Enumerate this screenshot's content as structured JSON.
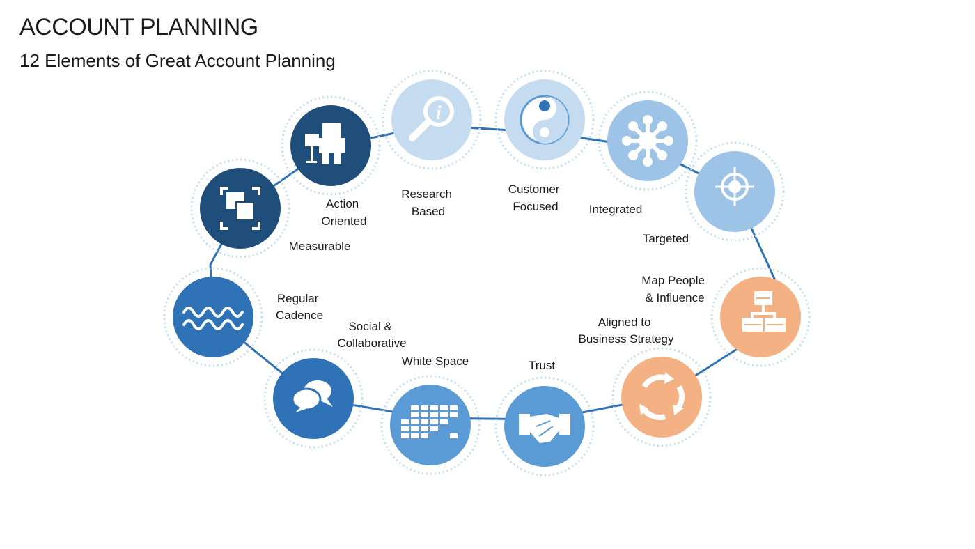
{
  "header": {
    "title": "ACCOUNT PLANNING",
    "subtitle": "12 Elements of Great Account Planning"
  },
  "colors": {
    "ring_line": "#2f72b5",
    "dotted_halo": "#bfdcf0",
    "dark_navy": "#1f4e7a",
    "medium_blue": "#2f72b5",
    "light_blue": "#5b9bd5",
    "pale_blue": "#9dc3e6",
    "palest_blue": "#c5dcf0",
    "orange": "#f4b183"
  },
  "elements": [
    {
      "label": [
        "Action",
        "Oriented"
      ],
      "icon": "mailbox-figure-icon",
      "color": "#1f4e7a"
    },
    {
      "label": [
        "Research",
        "Based"
      ],
      "icon": "info-magnifier-icon",
      "color": "#c5dcf0"
    },
    {
      "label": [
        "Customer",
        "Focused"
      ],
      "icon": "yin-yang-icon",
      "color": "#c5dcf0"
    },
    {
      "label": [
        "Integrated"
      ],
      "icon": "network-flower-icon",
      "color": "#9dc3e6"
    },
    {
      "label": [
        "Targeted"
      ],
      "icon": "target-crosshair-icon",
      "color": "#9dc3e6"
    },
    {
      "label": [
        "Map People",
        "& Influence"
      ],
      "icon": "org-chart-icon",
      "color": "#f4b183"
    },
    {
      "label": [
        "Aligned to",
        "Business Strategy"
      ],
      "icon": "cycle-arrows-icon",
      "color": "#f4b183"
    },
    {
      "label": [
        "Trust"
      ],
      "icon": "handshake-icon",
      "color": "#5b9bd5"
    },
    {
      "label": [
        "White Space"
      ],
      "icon": "grid-table-icon",
      "color": "#5b9bd5"
    },
    {
      "label": [
        "Social &",
        "Collaborative"
      ],
      "icon": "chat-bubbles-icon",
      "color": "#2f72b5"
    },
    {
      "label": [
        "Regular",
        "Cadence"
      ],
      "icon": "wave-icon",
      "color": "#2f72b5"
    },
    {
      "label": [
        "Measurable"
      ],
      "icon": "measure-frame-icon",
      "color": "#1f4e7a"
    }
  ]
}
